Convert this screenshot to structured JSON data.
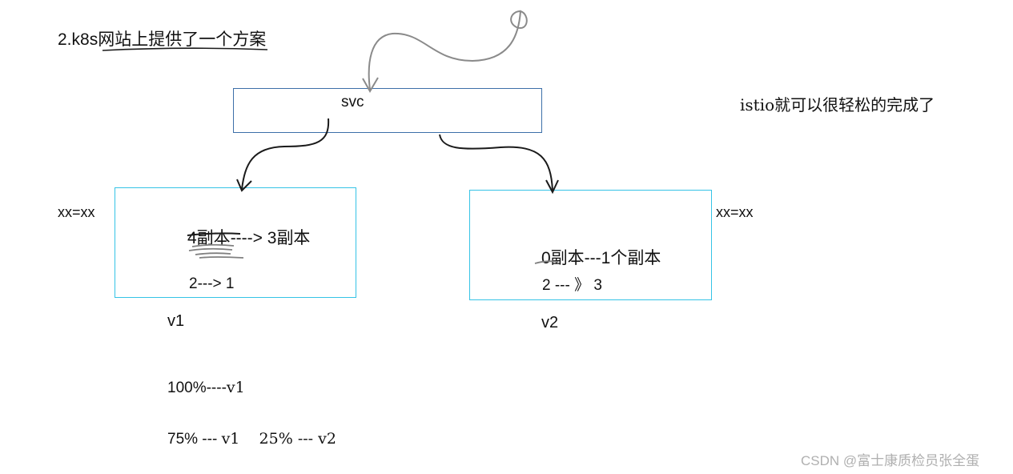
{
  "title": "2.k8s网站上提供了一个方案",
  "svc_label": "svc",
  "istio_note": "istio就可以很轻松的完成了",
  "left_eq": "xx=xx",
  "right_eq": "xx=xx",
  "v1": {
    "replicas_old": "4副本",
    "replicas_arrow": "----> 3副本",
    "count_line": "2--->  1",
    "label": "v1"
  },
  "v2": {
    "replicas_line": "0副本---1个副本",
    "count_line": "2 --- 》 3",
    "label": "v2"
  },
  "traffic": {
    "line1_pct": "100%----",
    "line1_ver": "v1",
    "line2_pct": "75% --- ",
    "line2_rest": "v1    25% --- v2"
  },
  "watermark": "CSDN @富士康质检员张全蛋",
  "colors": {
    "svc_border": "#3d6fa8",
    "version_border": "#35c3e6",
    "ink": "#1a1a1a",
    "pencil": "#808080",
    "watermark": "#b0b0b0"
  }
}
